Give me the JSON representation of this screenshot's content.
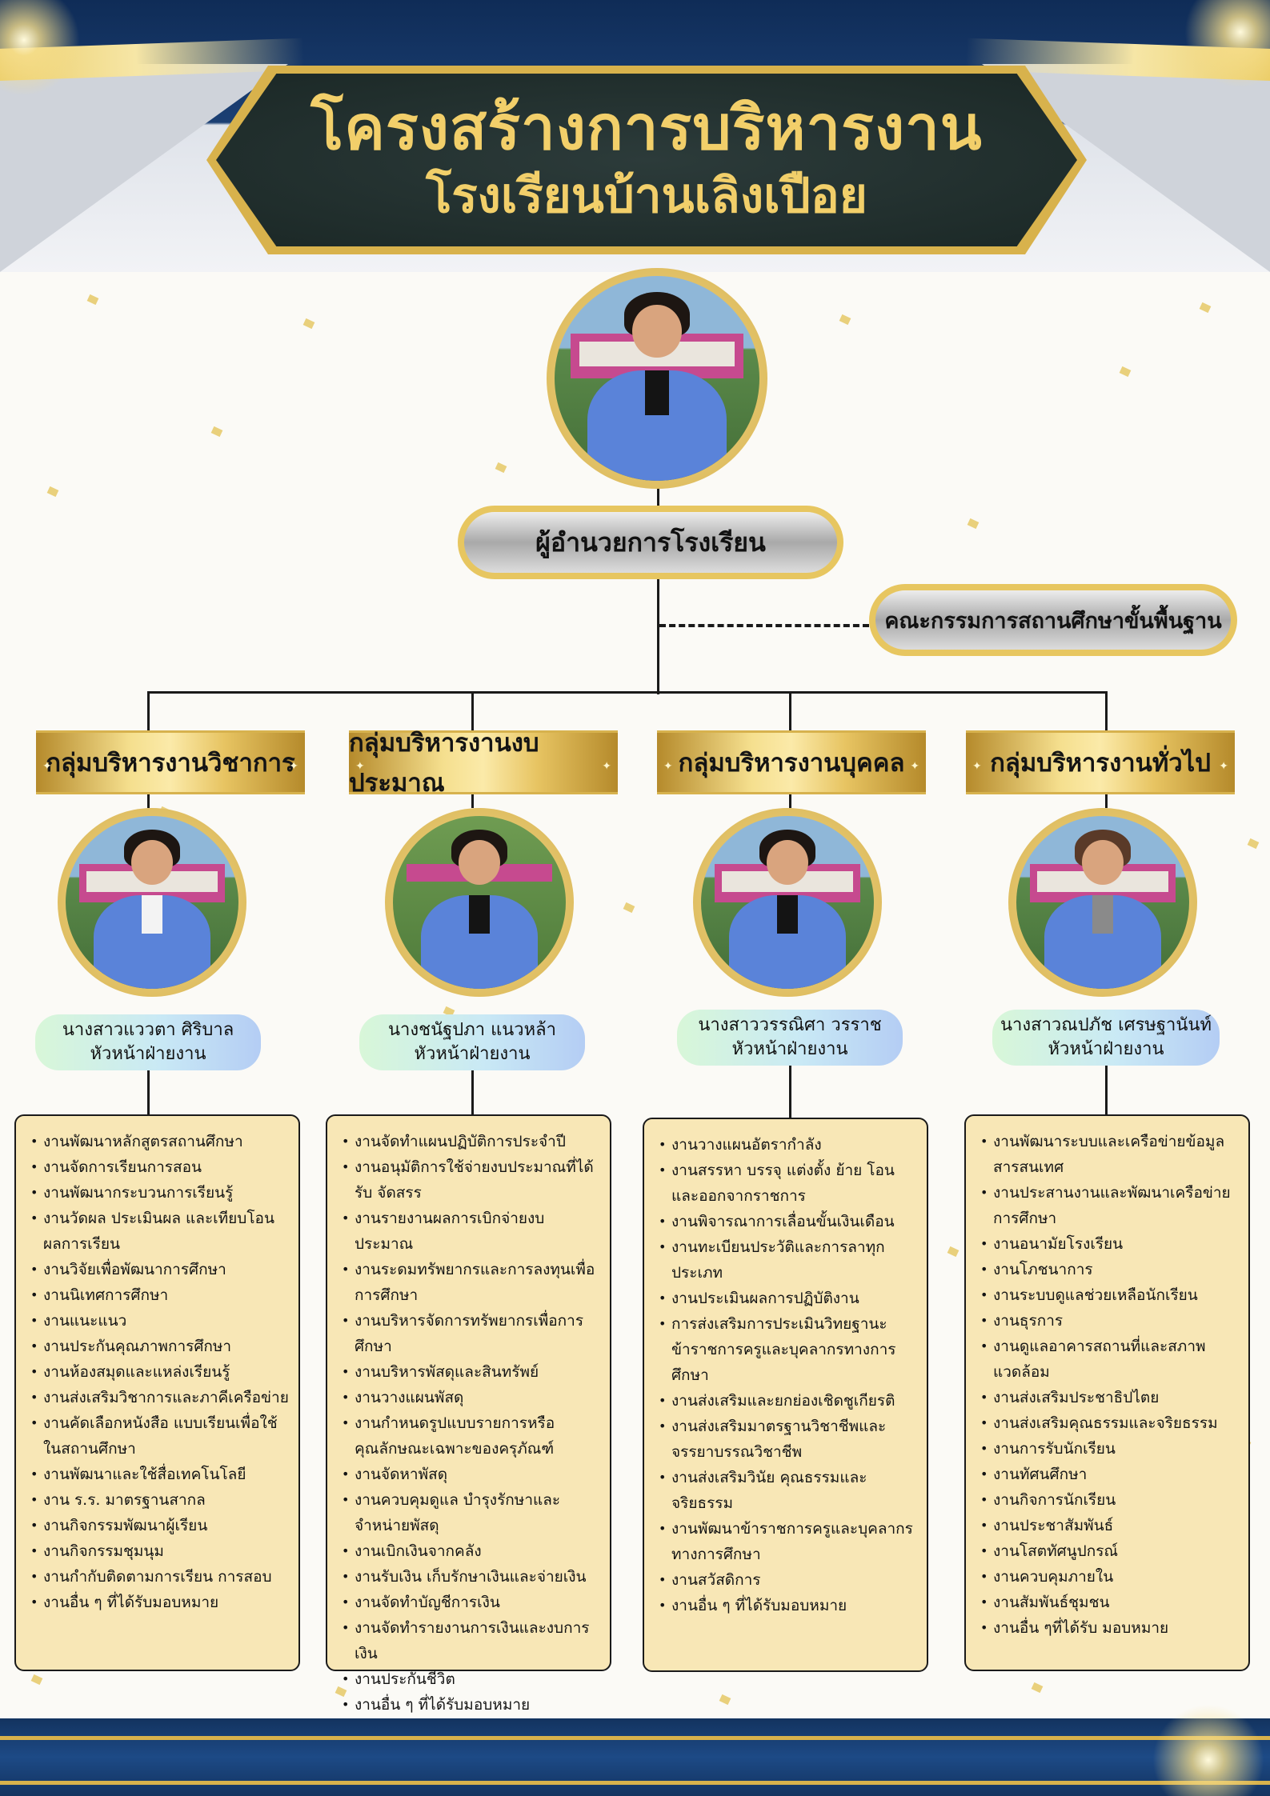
{
  "header": {
    "title_line1": "โครงสร้างการบริหารงาน",
    "title_line2": "โรงเรียนบ้านเลิงเปือย"
  },
  "director": {
    "title": "ผู้อำนวยการโรงเรียน"
  },
  "committee": {
    "title": "คณะกรรมการสถานศึกษาขั้นพื้นฐาน"
  },
  "groups": [
    {
      "title": "กลุ่มบริหารงานวิชาการ",
      "head_name": "นางสาวแววตา ศิริบาล",
      "head_role": "หัวหน้าฝ่ายงาน",
      "duties": [
        "งานพัฒนาหลักสูตรสถานศึกษา",
        "งานจัดการเรียนการสอน",
        "งานพัฒนากระบวนการเรียนรู้",
        "งานวัดผล ประเมินผล และเทียบโอน ผลการเรียน",
        "งานวิจัยเพื่อพัฒนาการศึกษา",
        "งานนิเทศการศึกษา",
        "งานแนะแนว",
        "งานประกันคุณภาพการศึกษา",
        "งานห้องสมุดและแหล่งเรียนรู้",
        "งานส่งเสริมวิชาการและภาคีเครือข่าย",
        "งานคัดเลือกหนังสือ แบบเรียนเพื่อใช้ ในสถานศึกษา",
        "งานพัฒนาและใช้สื่อเทคโนโลยี",
        "งาน ร.ร. มาตรฐานสากล",
        "งานกิจกรรมพัฒนาผู้เรียน",
        "งานกิจกรรมชุมนุม",
        "งานกำกับติดตามการเรียน การสอบ",
        "งานอื่น ๆ ที่ได้รับมอบหมาย"
      ]
    },
    {
      "title": "กลุ่มบริหารงานงบประมาณ",
      "head_name": "นางชนัฐปภา แนวหล้า",
      "head_role": "หัวหน้าฝ่ายงาน",
      "duties": [
        "งานจัดทำแผนปฏิบัติการประจำปี",
        "งานอนุมัติการใช้จ่ายงบประมาณที่ได้รับ จัดสรร",
        "งานรายงานผลการเบิกจ่ายงบประมาณ",
        "งานระดมทรัพยากรและการลงทุนเพื่อ การศึกษา",
        "งานบริหารจัดการทรัพยากรเพื่อการ ศึกษา",
        "งานบริหารพัสดุและสินทรัพย์",
        "งานวางแผนพัสดุ",
        "งานกำหนดรูปแบบรายการหรือ คุณลักษณะเฉพาะของครุภัณฑ์",
        "งานจัดหาพัสดุ",
        "งานควบคุมดูแล บำรุงรักษาและ จำหน่ายพัสดุ",
        "งานเบิกเงินจากคลัง",
        "งานรับเงิน เก็บรักษาเงินและจ่ายเงิน",
        "งานจัดทำบัญชีการเงิน",
        "งานจัดทำรายงานการเงินและงบการเงิน",
        "งานประกันชีวิต",
        "งานอื่น ๆ ที่ได้รับมอบหมาย"
      ]
    },
    {
      "title": "กลุ่มบริหารงานบุคคล",
      "head_name": "นางสาววรรณิศา วรราช",
      "head_role": "หัวหน้าฝ่ายงาน",
      "duties": [
        "งานวางแผนอัตรากำลัง",
        "งานสรรหา บรรจุ แต่งตั้ง ย้าย โอน และออกจากราชการ",
        "งานพิจารณาการเลื่อนขั้นเงินเดือน",
        "งานทะเบียนประวัติและการลาทุก ประเภท",
        "งานประเมินผลการปฏิบัติงาน",
        "การส่งเสริมการประเมินวิทยฐานะ ข้าราชการครูและบุคลากรทางการ ศึกษา",
        "งานส่งเสริมและยกย่องเชิดชูเกียรติ",
        "งานส่งเสริมมาตรฐานวิชาชีพและ จรรยาบรรณวิชาชีพ",
        "งานส่งเสริมวินัย คุณธรรมและ จริยธรรม",
        "งานพัฒนาข้าราชการครูและบุคลากร ทางการศึกษา",
        "งานสวัสดิการ",
        "งานอื่น ๆ ที่ได้รับมอบหมาย"
      ]
    },
    {
      "title": "กลุ่มบริหารงานทั่วไป",
      "head_name": "นางสาวณปภัช เศรษฐานันท์",
      "head_role": "หัวหน้าฝ่ายงาน",
      "duties": [
        "งานพัฒนาระบบและเครือข่ายข้อมูล สารสนเทศ",
        "งานประสานงานและพัฒนาเครือข่าย การศึกษา",
        "งานอนามัยโรงเรียน",
        "งานโภชนาการ",
        "งานระบบดูแลช่วยเหลือนักเรียน",
        "งานธุรการ",
        "งานดูแลอาคารสถานที่และสภาพ แวดล้อม",
        "งานส่งเสริมประชาธิปไตย",
        "งานส่งเสริมคุณธรรมและจริยธรรม",
        "งานการรับนักเรียน",
        "งานทัศนศึกษา",
        "งานกิจการนักเรียน",
        "งานประชาสัมพันธ์",
        "งานโสตทัศนูปกรณ์",
        "งานควบคุมภายใน",
        "งานสัมพันธ์ชุมชน",
        "งานอื่น ๆที่ได้รับ มอบหมาย"
      ]
    }
  ],
  "colors": {
    "navy": "#13335f",
    "gold": "#d8b24c",
    "duty_box": "#f8e7b6",
    "jacket_blue": "#5a83d9"
  }
}
